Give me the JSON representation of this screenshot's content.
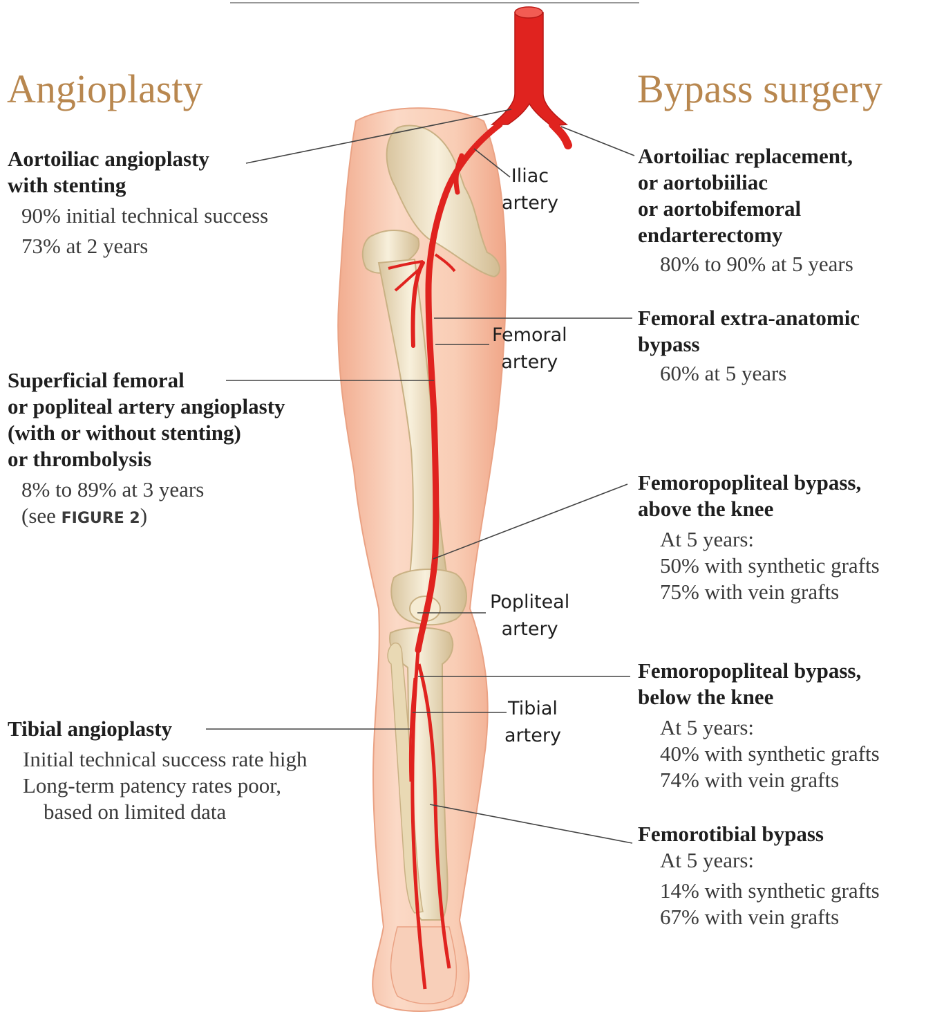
{
  "colors": {
    "heading": "#b8874f",
    "artery": "#e0231f",
    "skin": "#f6c1a6",
    "bone": "#efe3c6",
    "leader": "#444444"
  },
  "angioplasty": {
    "heading": "Angioplasty",
    "aortoiliac": {
      "title_1": "Aortoiliac angioplasty",
      "title_2": "with stenting",
      "detail_1": "90% initial technical success",
      "detail_2": "73% at 2 years"
    },
    "femoral": {
      "title_1": "Superficial femoral",
      "title_2": "or popliteal artery angioplasty",
      "title_3": "(with or without stenting)",
      "title_4": "or thrombolysis",
      "detail_1": "8% to 89% at 3 years",
      "detail_2_prefix": "(see ",
      "detail_2_ref": "FIGURE 2",
      "detail_2_suffix": ")"
    },
    "tibial": {
      "title_1": "Tibial angioplasty",
      "detail_1": "Initial technical success rate high",
      "detail_2": "Long-term patency rates poor,",
      "detail_3": "based on limited data"
    }
  },
  "bypass": {
    "heading": "Bypass surgery",
    "aortoiliac": {
      "title_1": "Aortoiliac replacement,",
      "title_2": "or aortobiiliac",
      "title_3": "or aortobifemoral",
      "title_4": "endarterectomy",
      "detail_1": "80% to 90% at 5 years"
    },
    "extra_anatomic": {
      "title_1": "Femoral extra-anatomic",
      "title_2": "bypass",
      "detail_1": "60% at 5 years"
    },
    "above_knee": {
      "title_1": "Femoropopliteal bypass,",
      "title_2": "above the knee",
      "detail_1": "At 5 years:",
      "detail_2": "50% with synthetic grafts",
      "detail_3": "75% with vein grafts"
    },
    "below_knee": {
      "title_1": "Femoropopliteal bypass,",
      "title_2": "below the knee",
      "detail_1": "At 5 years:",
      "detail_2": "40% with synthetic grafts",
      "detail_3": "74% with vein grafts"
    },
    "femorotibial": {
      "title_1": "Femorotibial bypass",
      "detail_1": "At 5 years:",
      "detail_2": "14% with synthetic grafts",
      "detail_3": "67% with vein grafts"
    }
  },
  "artery_labels": {
    "iliac": {
      "line_1": "Iliac",
      "line_2": "artery"
    },
    "femoral": {
      "line_1": "Femoral",
      "line_2": "artery"
    },
    "popliteal": {
      "line_1": "Popliteal",
      "line_2": "artery"
    },
    "tibial": {
      "line_1": "Tibial",
      "line_2": "artery"
    }
  }
}
